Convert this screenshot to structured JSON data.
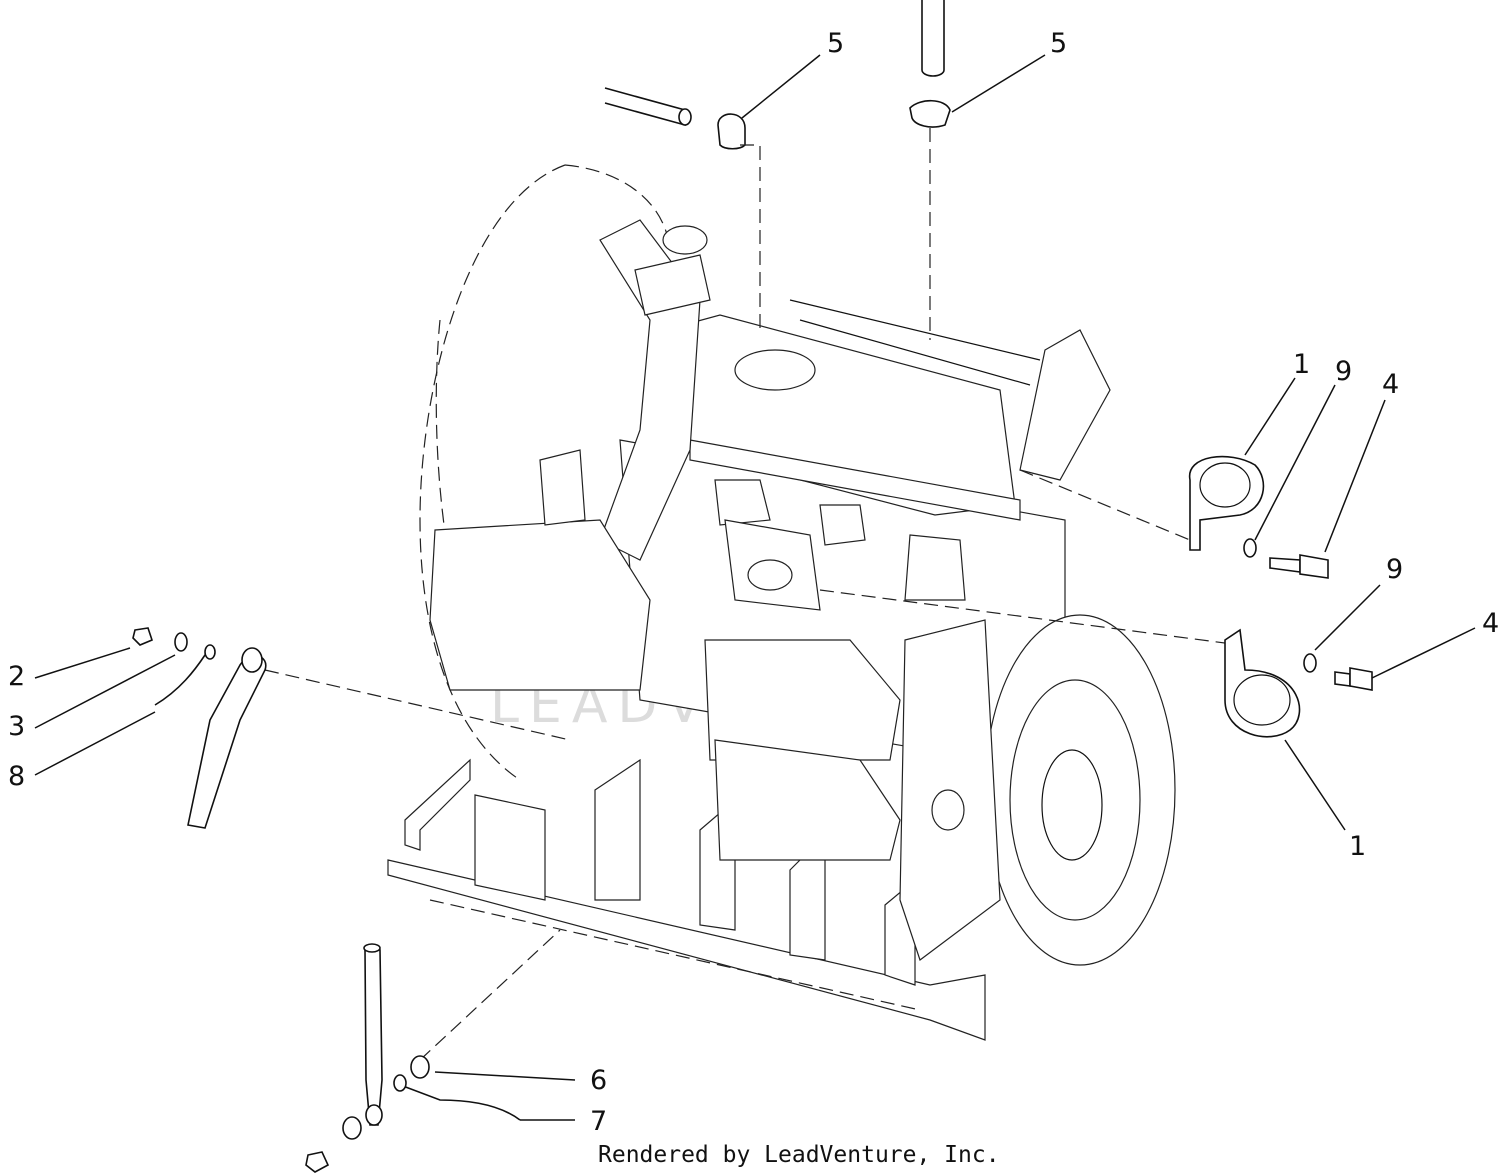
{
  "callouts": [
    {
      "label": "5"
    },
    {
      "label": "5"
    },
    {
      "label": "1"
    },
    {
      "label": "9"
    },
    {
      "label": "4"
    },
    {
      "label": "9"
    },
    {
      "label": "4"
    },
    {
      "label": "1"
    },
    {
      "label": "2"
    },
    {
      "label": "3"
    },
    {
      "label": "8"
    },
    {
      "label": "6"
    },
    {
      "label": "7"
    }
  ],
  "watermark": {
    "text": "LEADVENTURE"
  },
  "footer": {
    "text": "Rendered by LeadVenture, Inc."
  }
}
